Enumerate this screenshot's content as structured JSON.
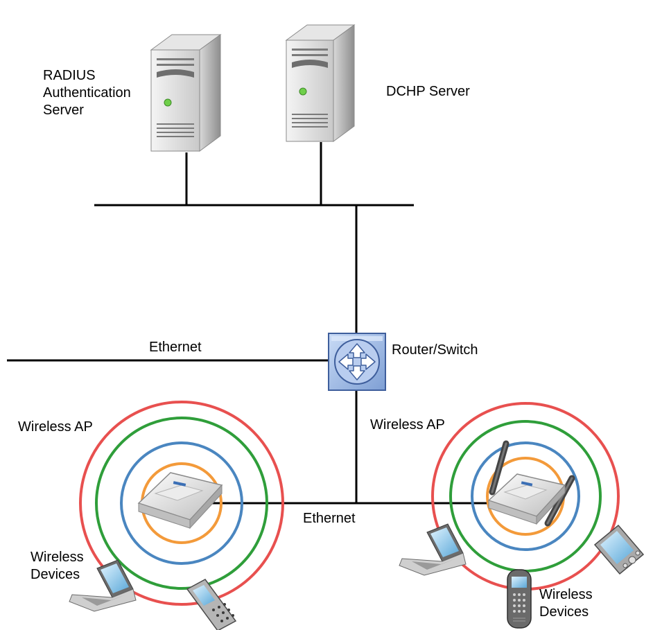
{
  "labels": {
    "radius_server": [
      "RADIUS",
      "Authentication",
      "Server"
    ],
    "dhcp_server": "DCHP Server",
    "router_switch": "Router/Switch",
    "ethernet_top": "Ethernet",
    "ethernet_bottom": "Ethernet",
    "wireless_ap_left": "Wireless AP",
    "wireless_ap_right": "Wireless AP",
    "wireless_devices_left": [
      "Wireless",
      "Devices"
    ],
    "wireless_devices_right": [
      "Wireless",
      "Devices"
    ]
  },
  "colors": {
    "line": "#000000",
    "ring_outer": "#e8504f",
    "ring_second": "#2f9e3a",
    "ring_third": "#4a86c0",
    "ring_inner": "#f39a3a",
    "router_fill": "#9bb8e6",
    "router_border": "#4a6aa8"
  },
  "icons": {
    "radius_server": "tower-server-icon",
    "dhcp_server": "tower-server-icon",
    "router_switch": "router-icon",
    "ap_left": "access-point-icon",
    "ap_right": "access-point-antenna-icon",
    "devices": [
      "laptop-icon",
      "mobile-phone-icon",
      "pda-icon",
      "cordless-phone-icon"
    ]
  }
}
